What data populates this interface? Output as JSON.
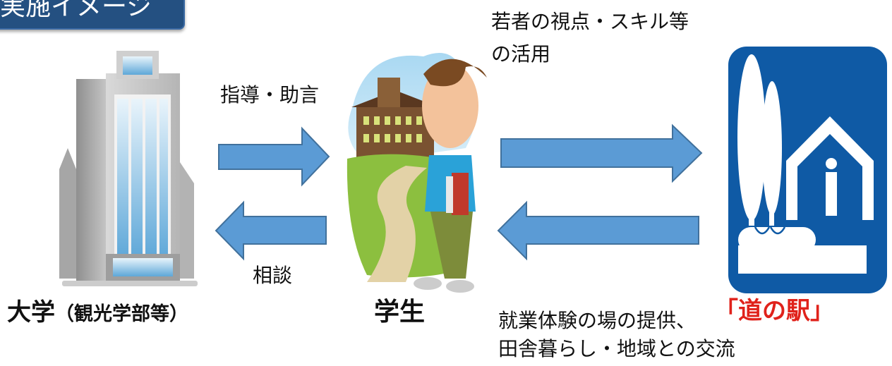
{
  "header_tag": {
    "text": "実施イメージ"
  },
  "labels": {
    "advice": "指導・助言",
    "consult": "相談",
    "youth_skills_line1": "若者の視点・スキル等",
    "youth_skills_line2": "の活用",
    "work_exp_line1": "就業体験の場の提供、",
    "work_exp_line2": "田舎暮らし・地域との交流"
  },
  "entities": {
    "university": "大学",
    "university_note": "（観光学部等）",
    "student": "学生",
    "michi_no_eki": "「道の駅」"
  },
  "colors": {
    "arrow_fill": "#5b9bd5",
    "arrow_stroke": "#41719c",
    "sign_blue": "#0f5aa5",
    "tag_bg": "#245081",
    "accent_red": "#e0221b"
  }
}
